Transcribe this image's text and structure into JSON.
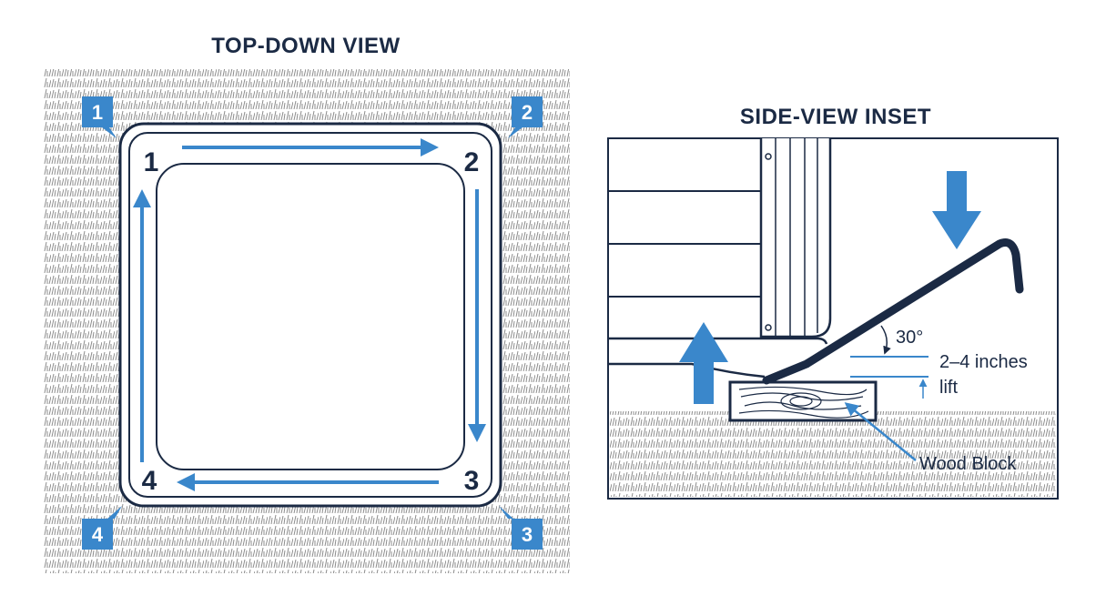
{
  "top_down": {
    "title": "TOP-DOWN VIEW",
    "corners": [
      "1",
      "2",
      "3",
      "4"
    ],
    "badges": [
      "1",
      "2",
      "3",
      "4"
    ]
  },
  "side_view": {
    "title": "SIDE-VIEW INSET",
    "angle_label": "30°",
    "lift_label_1": "2–4 inches",
    "lift_label_2": "lift",
    "block_label": "Wood Block"
  },
  "colors": {
    "accent": "#3a87cb",
    "ink": "#1b2a44",
    "grass": "#8d8d8d"
  }
}
